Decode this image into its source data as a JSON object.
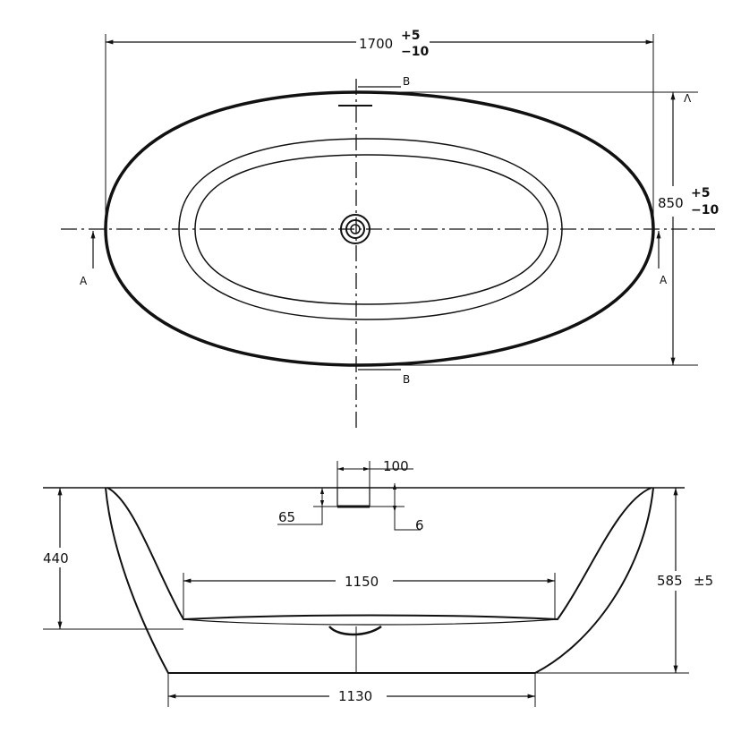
{
  "top_view": {
    "length": {
      "value": "1700",
      "tol_plus": "+5",
      "tol_minus": "−10"
    },
    "width": {
      "value": "850",
      "tol_plus": "+5",
      "tol_minus": "−10"
    },
    "section_b": "B",
    "section_a": "A",
    "corner_mark": "Λ"
  },
  "side_view": {
    "overflow_width": "100",
    "overflow_height": "65",
    "overflow_offset": "6",
    "inner_depth": "440",
    "total_height": "585",
    "total_height_tol": "±5",
    "inner_bottom_length": "1150",
    "base_length": "1130"
  },
  "colors": {
    "line": "#111111",
    "background": "#ffffff"
  }
}
